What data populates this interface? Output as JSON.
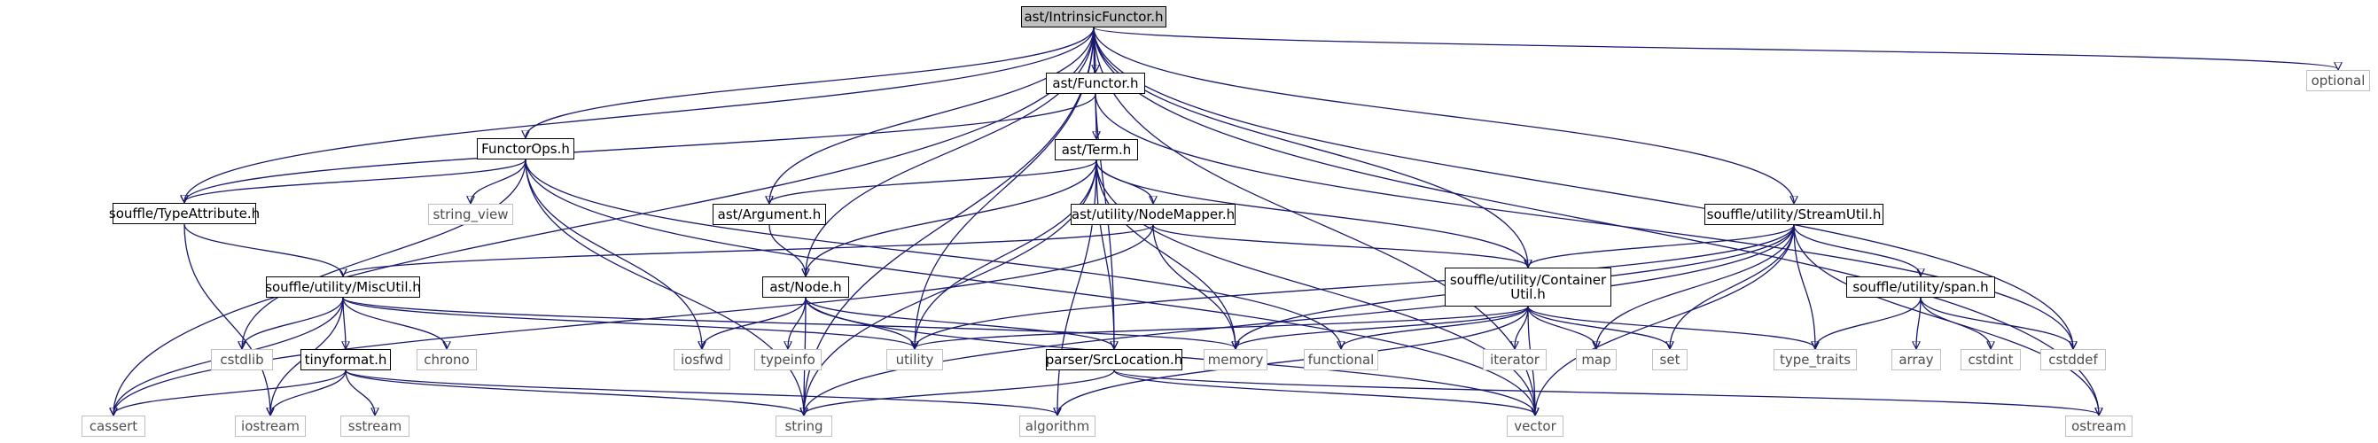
{
  "colors": {
    "edge": "#191970",
    "root_fill": "#bfbfbf",
    "local_border": "#000000",
    "system_border": "#bfbfbf",
    "system_text": "#4d4d4d"
  },
  "nodes": {
    "intrinsic_functor": "ast/IntrinsicFunctor.h",
    "functor": "ast/Functor.h",
    "optional": "optional",
    "functor_ops": "FunctorOps.h",
    "term": "ast/Term.h",
    "type_attribute": "souffle/TypeAttribute.h",
    "argument": "ast/Argument.h",
    "node_mapper": "ast/utility/NodeMapper.h",
    "stream_util": "souffle/utility/StreamUtil.h",
    "string_view": "string_view",
    "misc_util": "souffle/utility/MiscUtil.h",
    "ast_node": "ast/Node.h",
    "container_util_line1": "souffle/utility/Container",
    "container_util_line2": "Util.h",
    "span": "souffle/utility/span.h",
    "cstdlib": "cstdlib",
    "chrono": "chrono",
    "tinyformat": "tinyformat.h",
    "iosfwd": "iosfwd",
    "typeinfo": "typeinfo",
    "utility": "utility",
    "memory": "memory",
    "src_location": "parser/SrcLocation.h",
    "functional": "functional",
    "iterator": "iterator",
    "map": "map",
    "set": "set",
    "type_traits": "type_traits",
    "array": "array",
    "cstdint": "cstdint",
    "cstddef": "cstddef",
    "cassert": "cassert",
    "iostream": "iostream",
    "sstream": "sstream",
    "string": "string",
    "algorithm": "algorithm",
    "vector": "vector",
    "ostream": "ostream"
  }
}
